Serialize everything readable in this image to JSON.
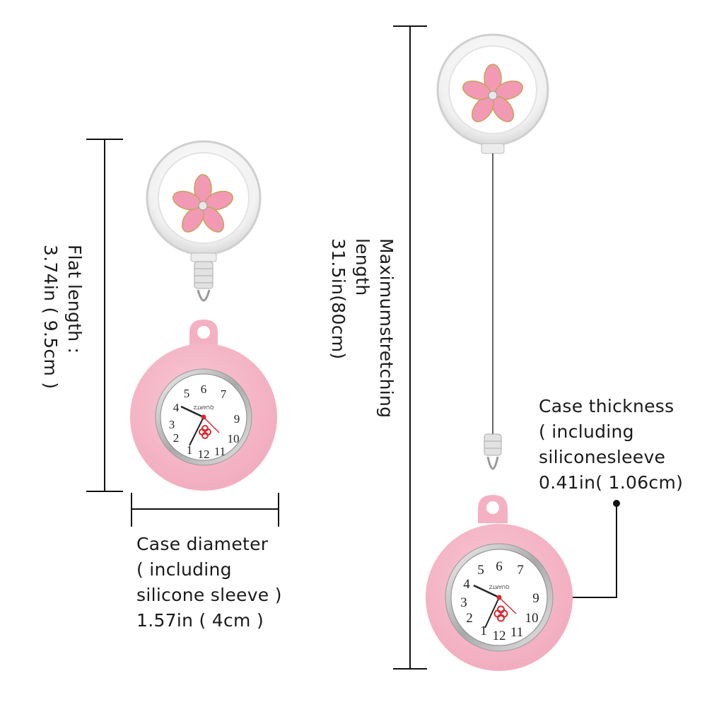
{
  "labels": {
    "flat_length": [
      "Flat length :",
      "3.74in ( 9.5cm )"
    ],
    "max_length": [
      "Maximumstretching",
      "length",
      "31.5in(80cm)"
    ],
    "case_diameter": [
      "Case diameter",
      "( including",
      "silicone sleeve )",
      "1.57in ( 4cm )"
    ],
    "case_thickness": [
      "Case thickness",
      "( including",
      "siliconesleeve",
      "0.41in( 1.06cm)"
    ]
  },
  "badge_text": "QUARTZ",
  "colors": {
    "pink": "#f4b7c6",
    "pink_dark": "#e895aa",
    "petal": "#f29ab3",
    "line": "#111111",
    "hand_red": "#d8292f"
  }
}
